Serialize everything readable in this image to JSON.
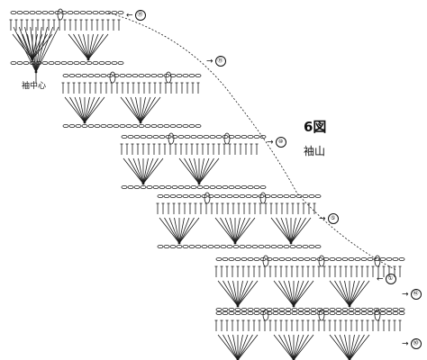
{
  "figure": {
    "title": "6図",
    "subtitle": "袖山",
    "center_label": "袖中心"
  },
  "row_markers": [
    {
      "arrow": "←",
      "number": "⑲"
    },
    {
      "arrow": "→",
      "number": "⑮"
    },
    {
      "arrow": "→",
      "number": "⑩"
    },
    {
      "arrow": "→",
      "number": "⑤"
    },
    {
      "arrow": "←",
      "number": "①"
    },
    {
      "arrow": "→",
      "number": "㊷"
    },
    {
      "arrow": "→",
      "number": "㊿"
    }
  ],
  "colors": {
    "ink": "#1a1a1a",
    "background": "#ffffff"
  },
  "symbols": [
    "chain-stitch",
    "double-crochet",
    "fan-cluster",
    "picot-loop"
  ]
}
